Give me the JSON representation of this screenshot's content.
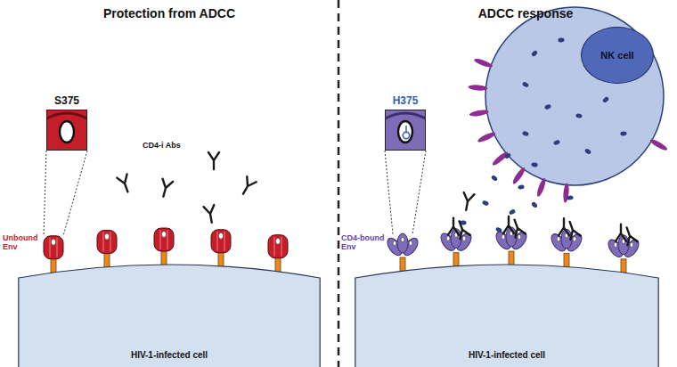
{
  "diagram": {
    "nodes": [
      {
        "text": [
          "S375"
        ]
      },
      {
        "text": [
          "HIV-1-infected cell"
        ]
      },
      {
        "text": [
          "H375"
        ]
      },
      {
        "text": [
          "NK cell"
        ]
      },
      {
        "text": [
          "HIV-1-infected cell"
        ]
      }
    ],
    "labels": [
      "Protection from ADCC",
      "ADCC response",
      "CD4-i Abs",
      "Unbound Env",
      "CD4-bound Env"
    ]
  }
}
